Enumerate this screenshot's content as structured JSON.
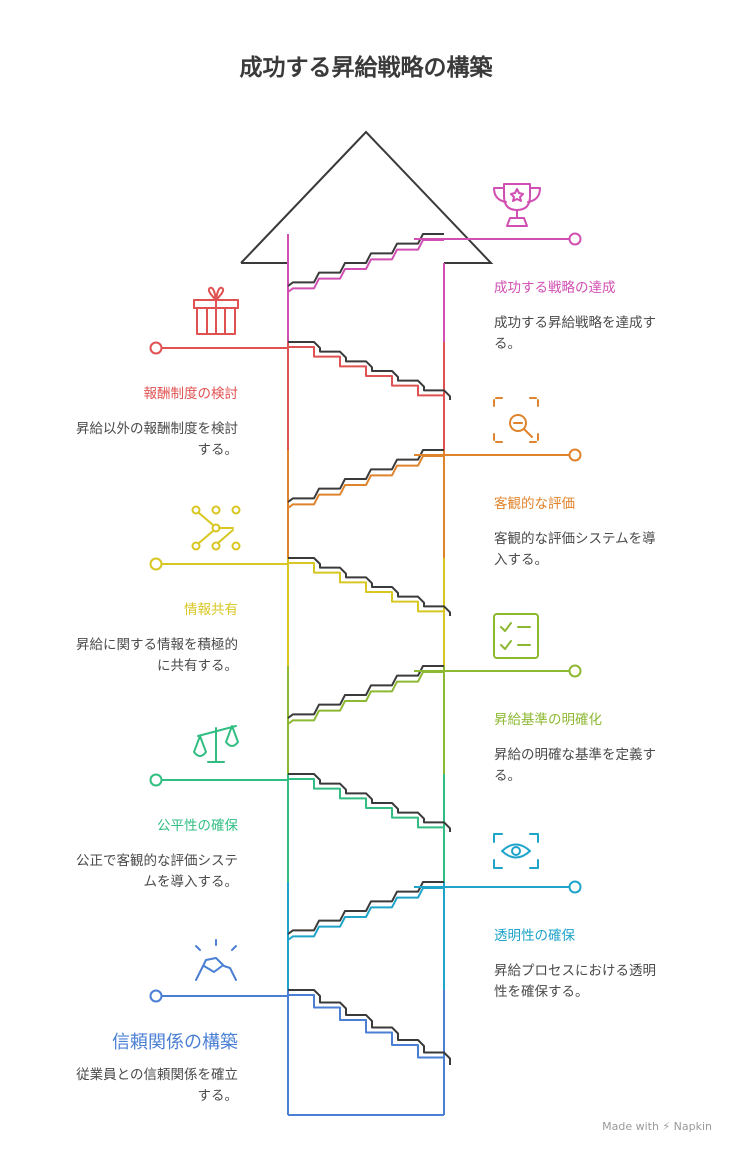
{
  "title": "成功する昇給戦略の構築",
  "steps": [
    {
      "heading": "信頼関係の構築",
      "desc": "従業員との信頼関係を確立\nする。",
      "color": "#4a7fd4",
      "side": "left",
      "icon": "handshake-icon"
    },
    {
      "heading": "透明性の確保",
      "desc": "昇給プロセスにおける透明\n性を確保する。",
      "color": "#1ea3c9",
      "side": "right",
      "icon": "eye-icon"
    },
    {
      "heading": "公平性の確保",
      "desc": "公正で客観的な評価システ\nムを導入する。",
      "color": "#32be83",
      "side": "left",
      "icon": "scale-icon"
    },
    {
      "heading": "昇給基準の明確化",
      "desc": "昇給の明確な基準を定義す\nる。",
      "color": "#8db832",
      "side": "right",
      "icon": "checklist-icon"
    },
    {
      "heading": "情報共有",
      "desc": "昇給に関する情報を積極的\nに共有する。",
      "color": "#d8c622",
      "side": "left",
      "icon": "network-icon"
    },
    {
      "heading": "客観的な評価",
      "desc": "客観的な評価システムを導\n入する。",
      "color": "#e0842c",
      "side": "right",
      "icon": "search-icon"
    },
    {
      "heading": "報酬制度の検討",
      "desc": "昇給以外の報酬制度を検討\nする。",
      "color": "#e05252",
      "side": "left",
      "icon": "gift-icon"
    },
    {
      "heading": "成功する戦略の達成",
      "desc": "成功する昇給戦略を達成す\nる。",
      "color": "#d14fb2",
      "side": "right",
      "icon": "trophy-icon"
    }
  ],
  "footer": "Made with ⚡ Napkin"
}
